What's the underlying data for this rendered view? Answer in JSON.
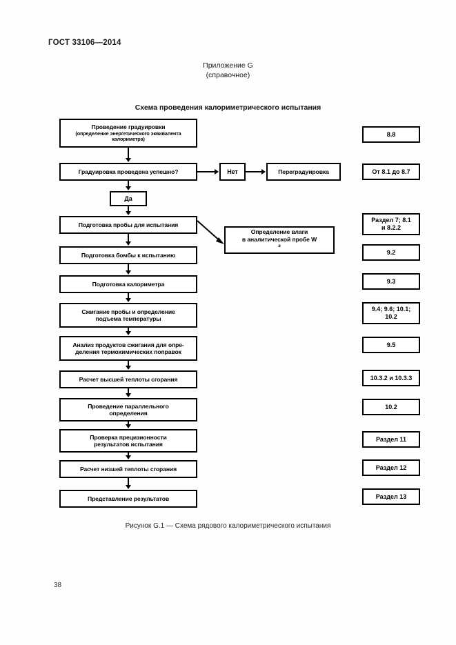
{
  "document": {
    "standard_id": "ГОСТ 33106—2014",
    "page_number": "38"
  },
  "annex": {
    "label": "Приложение G",
    "type": "(справочное)"
  },
  "figure": {
    "title": "Схема проведения калориметрического испытания",
    "caption": "Рисунок G.1 — Схема рядового калориметрического испытания"
  },
  "flow": {
    "nodes": [
      {
        "id": "calibration",
        "line1": "Проведение градуировки",
        "line2": "(определение энергетического эквивалента",
        "line3": "калориметра)"
      },
      {
        "id": "calibration-ok",
        "line1": "Градуировка проведена успешно?"
      },
      {
        "id": "answer-no",
        "line1": "Нет"
      },
      {
        "id": "recalibration",
        "line1": "Переградуировка"
      },
      {
        "id": "answer-yes",
        "line1": "Да"
      },
      {
        "id": "sample-prep",
        "line1": "Подготовка пробы для испытания"
      },
      {
        "id": "moisture",
        "line1": "Определение влаги",
        "line2": "в аналитической пробе W",
        "sup": "a"
      },
      {
        "id": "bomb-prep",
        "line1": "Подготовка бомбы к испытанию"
      },
      {
        "id": "calorimeter-prep",
        "line1": "Подготовка калориметра"
      },
      {
        "id": "combustion",
        "line1": "Сжигание пробы и определение",
        "line2": "подъема температуры"
      },
      {
        "id": "product-analysis",
        "line1": "Анализ продуктов сжигания для опре-",
        "line2": "деления термохимических поправок"
      },
      {
        "id": "gross-cv",
        "line1": "Расчет высшей теплоты сгорания"
      },
      {
        "id": "parallel-det",
        "line1": "Проведение параллельного",
        "line2": "определения"
      },
      {
        "id": "precision-check",
        "line1": "Проверка прецизионности",
        "line2": "результатов испытания"
      },
      {
        "id": "net-cv",
        "line1": "Расчет низшей теплоты сгорания"
      },
      {
        "id": "report",
        "line1": "Представление результатов"
      }
    ],
    "references": [
      {
        "id": "ref-calibration",
        "line1": "8.8"
      },
      {
        "id": "ref-calibration-ok",
        "line1": "От 8.1 до 8.7"
      },
      {
        "id": "ref-sample-prep",
        "line1": "Раздел 7; 8.1",
        "line2": "и 8.2.2"
      },
      {
        "id": "ref-bomb-prep",
        "line1": "9.2"
      },
      {
        "id": "ref-calorimeter-prep",
        "line1": "9.3"
      },
      {
        "id": "ref-combustion",
        "line1": "9.4; 9.6; 10.1;",
        "line2": "10.2"
      },
      {
        "id": "ref-product-analysis",
        "line1": "9.5"
      },
      {
        "id": "ref-gross-cv",
        "line1": "10.3.2 и 10.3.3"
      },
      {
        "id": "ref-parallel-det",
        "line1": "10.2"
      },
      {
        "id": "ref-precision-check",
        "line1": "Раздел 11"
      },
      {
        "id": "ref-net-cv",
        "line1": "Раздел 12"
      },
      {
        "id": "ref-report",
        "line1": "Раздел 13"
      }
    ]
  }
}
